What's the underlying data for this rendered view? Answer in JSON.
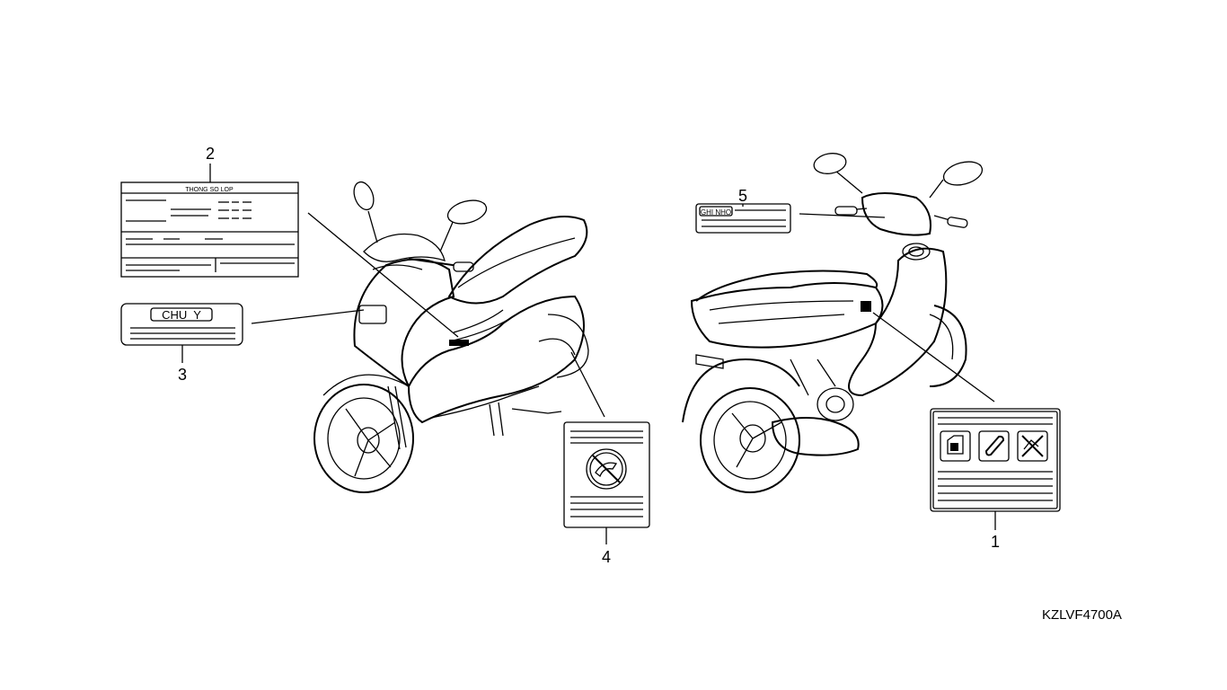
{
  "callouts": {
    "c1": "1",
    "c2": "2",
    "c3": "3",
    "c4": "4",
    "c5": "5"
  },
  "labels": {
    "label2_title": "THONG SO LOP",
    "label3_title": "CHU  Y",
    "label5_title": "GHI NHO"
  },
  "part_code": "KZLVF4700A"
}
